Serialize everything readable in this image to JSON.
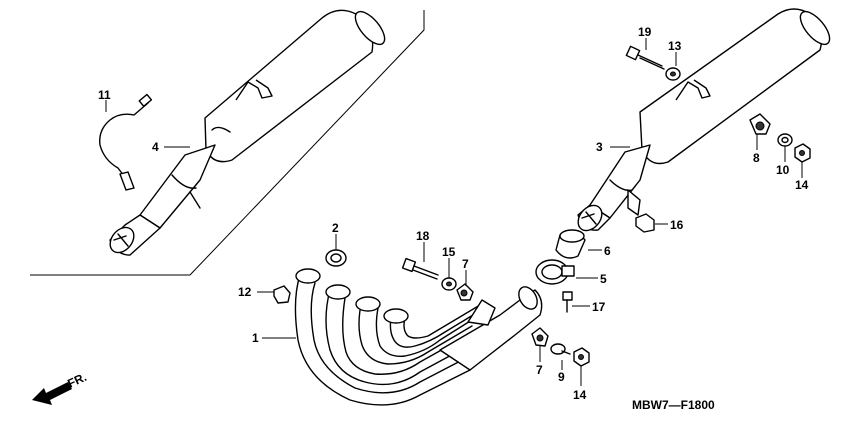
{
  "callouts": {
    "c1": "1",
    "c2": "2",
    "c3": "3",
    "c4": "4",
    "c5": "5",
    "c6": "6",
    "c7a": "7",
    "c7b": "7",
    "c8": "8",
    "c9": "9",
    "c10": "10",
    "c11": "11",
    "c12": "12",
    "c13": "13",
    "c14a": "14",
    "c14b": "14",
    "c15": "15",
    "c16": "16",
    "c17": "17",
    "c18": "18",
    "c19": "19"
  },
  "front_indicator": "FR.",
  "diagram_code": "MBW7—F1800"
}
